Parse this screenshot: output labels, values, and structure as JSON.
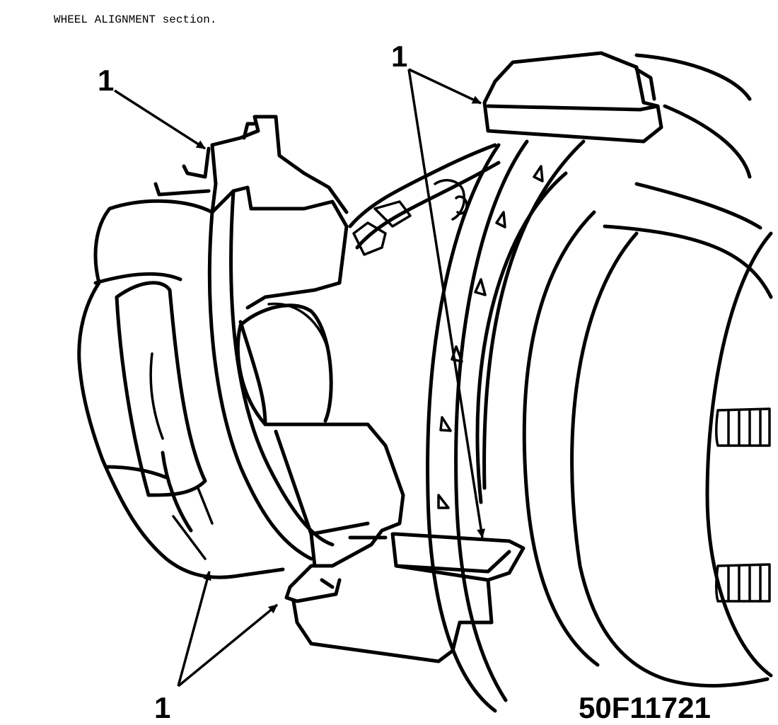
{
  "caption": "WHEEL ALIGNMENT section.",
  "callouts": {
    "top_left": "1",
    "top_right": "1",
    "bottom_left": "1"
  },
  "figure_id": "50F11721"
}
